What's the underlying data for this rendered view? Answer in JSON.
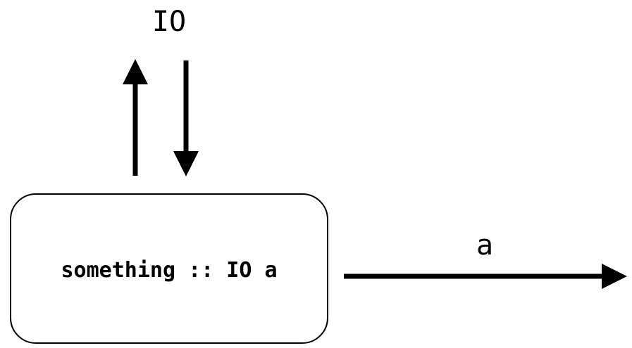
{
  "diagram": {
    "io_label": "IO",
    "box_label": "something :: IO a",
    "output_label": "a"
  },
  "colors": {
    "stroke": "#000000",
    "background": "#ffffff"
  }
}
